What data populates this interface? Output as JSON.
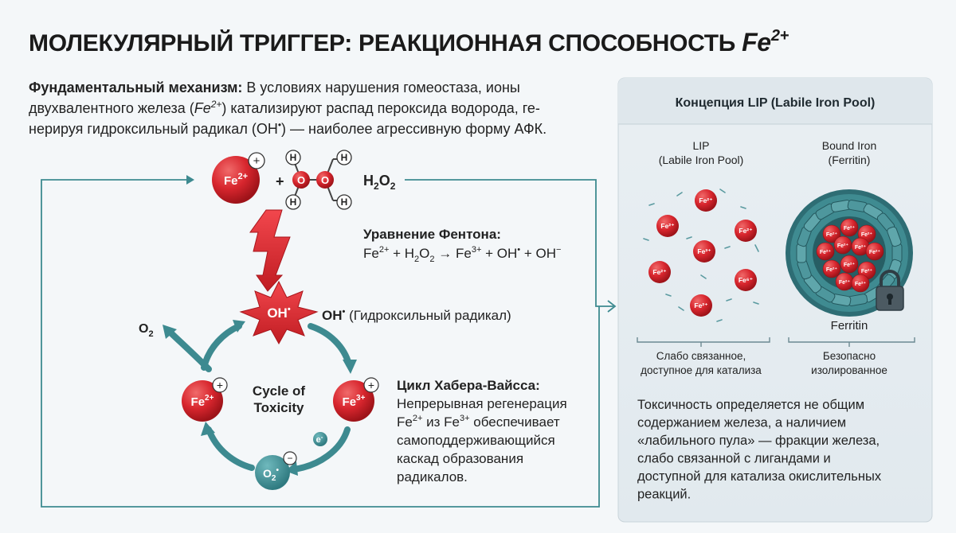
{
  "title": {
    "text": "МОЛЕКУЛЯРНЫЙ ТРИГГЕР: РЕАКЦИОННАЯ СПОСОБНОСТЬ ",
    "fe": "Fe",
    "fe_sup": "2+"
  },
  "intro": {
    "lead": "Фундаментальный механизм:",
    "line1_rest": " В условиях нарушения гомеостаза, ионы",
    "line2_a": "двухвалентного железа (",
    "line2_fe": "Fe",
    "line2_sup": "2+",
    "line2_b": ") катализируют распад пероксида водорода, ге-",
    "line3_a": "нерируя гидроксильный радикал (OH",
    "line3_dot": "•",
    "line3_b": ") — наиболее агрессивную форму АФК."
  },
  "h2o2": {
    "fe_label": "Fe",
    "fe_sup": "2+",
    "plus_charge": "+",
    "plus_sign": "+",
    "oxygen": "O",
    "hydrogen": "H",
    "formula_h": "H",
    "formula_sub2a": "2",
    "formula_o": "O",
    "formula_sub2b": "2"
  },
  "fenton": {
    "heading": "Уравнение Фентона:",
    "eq_fe": "Fe",
    "eq_fe_sup": "2+",
    "eq_plus1": " + H",
    "eq_sub1": "2",
    "eq_o": "O",
    "eq_sub2": "2",
    "eq_arrow": " → Fe",
    "eq_fe3_sup": "3+",
    "eq_oh": " + OH",
    "eq_dot": "•",
    "eq_oh2": " + OH",
    "eq_minus": "−"
  },
  "radical": {
    "star_label": "OH",
    "star_dot": "•",
    "caption_oh": "OH",
    "caption_dot": "•",
    "caption_text": " (Гидроксильный радикал)"
  },
  "cycle": {
    "center_line1": "Cycle of",
    "center_line2": "Toxicity",
    "fe2": "Fe",
    "fe2_sup": "2+",
    "fe3": "Fe",
    "fe3_sup": "3+",
    "plus": "+",
    "o2_out": "O",
    "o2_out_sub": "2",
    "o2r": "O",
    "o2r_sub": "2",
    "o2r_dot": "•",
    "minus": "−",
    "electron": "e",
    "electron_sup": "-"
  },
  "haber_weiss": {
    "heading": "Цикл Хабера-Вайсса:",
    "line1": "Непрерывная регенерация",
    "line2_fe": "Fe",
    "line2_sup1": "2+",
    "line2_mid": " из Fe",
    "line2_sup2": "3+",
    "line2_rest": " обеспечивает",
    "line3": "самоподдерживающийся",
    "line4": "каскад образования",
    "line5": "радикалов."
  },
  "lip_panel": {
    "title": "Концепция LIP (Labile Iron Pool)",
    "lip_label1": "LIP",
    "lip_label2": "(Labile Iron Pool)",
    "bound_label1": "Bound Iron",
    "bound_label2": "(Ferritin)",
    "ferritin_label": "Ferritin",
    "free_atoms": [
      "Fe²⁺",
      "Fe²⁺",
      "Fe²⁺",
      "Fe³⁺",
      "Fe²⁺",
      "Fe⁶⁺",
      "Fe²⁺",
      "Fe³⁺"
    ],
    "bound_atom": "Fe²⁺",
    "left_caption1": "Слабо связанное,",
    "left_caption2": "доступное для катализа",
    "right_caption1": "Безопасно",
    "right_caption2": "изолированное",
    "body": [
      "Токсичность определяется не общим",
      "содержанием железа, а наличием",
      "«лабильного пула» — фракции железа,",
      "слабо связанной с лигандами и",
      "доступной для катализа окислительных",
      "реакций."
    ]
  },
  "colors": {
    "iron_red": "#d8262e",
    "teal": "#3d8a90",
    "teal_dark": "#2c6f76",
    "panel_bg": "#e8eef2"
  }
}
